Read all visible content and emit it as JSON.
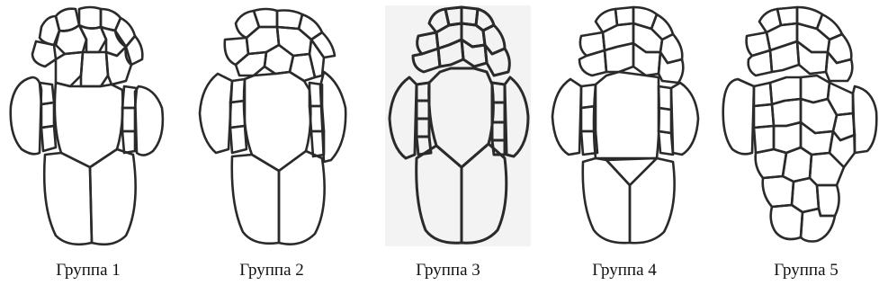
{
  "figure": {
    "groups": [
      {
        "label": "Группа 1"
      },
      {
        "label": "Группа 2"
      },
      {
        "label": "Группа 3"
      },
      {
        "label": "Группа 4"
      },
      {
        "label": "Группа 5"
      }
    ],
    "stroke_color": "#2a2a2a",
    "background": "#ffffff"
  }
}
